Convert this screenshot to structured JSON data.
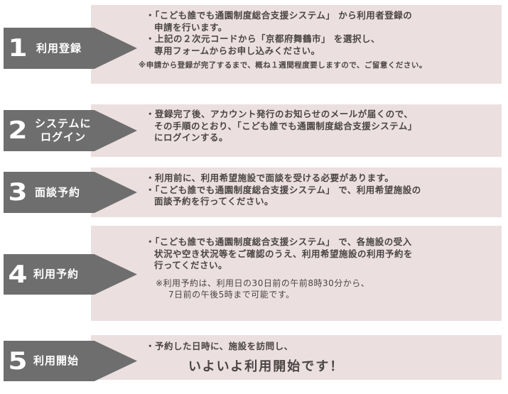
{
  "steps": [
    {
      "number": "1",
      "label": "利用登録",
      "lines": [
        "・「こども誰でも通園制度総合支援システム」 から利用者登録の",
        "申請を行います。",
        "・上記の２次元コードから「京都府舞鶴市」 を選択し、",
        "専用フォームからお申し込みください。"
      ],
      "note": "※申請から登録が完了するまで、概ね１週間程度要しますので、ご留意ください。"
    },
    {
      "number": "2",
      "label_lines": [
        "システムに",
        "ログイン"
      ],
      "lines": [
        "・登録完了後、アカウント発行のお知らせのメールが届くので、",
        "その手順のとおり、「こども誰でも通園制度総合支援システム」",
        "にログインする。"
      ]
    },
    {
      "number": "3",
      "label": "面談予約",
      "lines": [
        "・利用前に、利用希望施設で面談を受ける必要があります。",
        "・「こども誰でも通園制度総合支援システム」 で、利用希望施設の",
        "面談予約を行ってください。"
      ]
    },
    {
      "number": "4",
      "label": "利用予約",
      "lines": [
        "・「こども誰でも通園制度総合支援システム」 で、各施設の受入",
        "状況や空き状況等をご確認のうえ、利用希望施設の利用予約を",
        "行ってください。"
      ],
      "note_lines": [
        "※利用予約は、利用日の30日前の午前8時30分から、",
        "7日前の午後5時まで可能です。"
      ]
    },
    {
      "number": "5",
      "label": "利用開始",
      "lines": [
        "・予約した日時に、施設を訪問し、"
      ],
      "highlight": "いよいよ利用開始です！"
    }
  ]
}
